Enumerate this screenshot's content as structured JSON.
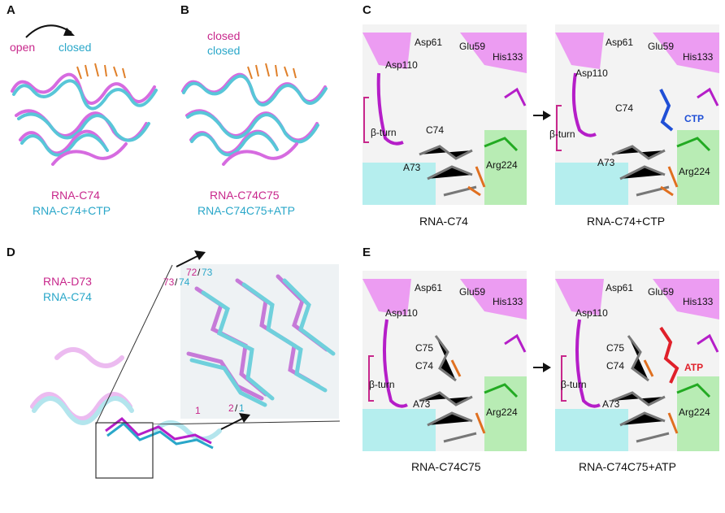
{
  "panels": {
    "A": {
      "letter": "A",
      "label_open": "open",
      "label_closed": "closed",
      "caption1": "RNA-C74",
      "caption2": "RNA-C74+CTP"
    },
    "B": {
      "letter": "B",
      "label1": "closed",
      "label2": "closed",
      "caption1": "RNA-C74C75",
      "caption2": "RNA-C74C75+ATP"
    },
    "C": {
      "letter": "C",
      "left": {
        "caption": "RNA-C74",
        "residues": {
          "asp61": "Asp61",
          "glu59": "Glu59",
          "asp110": "Asp110",
          "his133": "His133",
          "c74": "C74",
          "a73": "A73",
          "arg224": "Arg224",
          "beta_turn": "β-turn"
        }
      },
      "right": {
        "caption": "RNA-C74+CTP",
        "residues": {
          "asp61": "Asp61",
          "glu59": "Glu59",
          "asp110": "Asp110",
          "his133": "His133",
          "c74": "C74",
          "a73": "A73",
          "arg224": "Arg224",
          "beta_turn": "β-turn",
          "ligand": "CTP"
        }
      }
    },
    "D": {
      "letter": "D",
      "legend1": "RNA-D73",
      "legend2": "RNA-C74",
      "n72": "72",
      "n73a": "73",
      "n73b": "73",
      "n74": "74",
      "n1": "1",
      "n2": "2",
      "n1b": "1",
      "slash": "/"
    },
    "E": {
      "letter": "E",
      "left": {
        "caption": "RNA-C74C75",
        "residues": {
          "asp61": "Asp61",
          "glu59": "Glu59",
          "asp110": "Asp110",
          "his133": "His133",
          "c75": "C75",
          "c74": "C74",
          "a73": "A73",
          "arg224": "Arg224",
          "beta_turn": "β-turn"
        }
      },
      "right": {
        "caption": "RNA-C74C75+ATP",
        "residues": {
          "asp61": "Asp61",
          "glu59": "Glu59",
          "asp110": "Asp110",
          "his133": "His133",
          "c75": "C75",
          "c74": "C74",
          "a73": "A73",
          "arg224": "Arg224",
          "beta_turn": "β-turn",
          "ligand": "ATP"
        }
      }
    }
  },
  "colors": {
    "magenta": "#c8288c",
    "cyan": "#2aa7c9",
    "ctp": "#1f4fd6",
    "atp": "#e0202a"
  }
}
